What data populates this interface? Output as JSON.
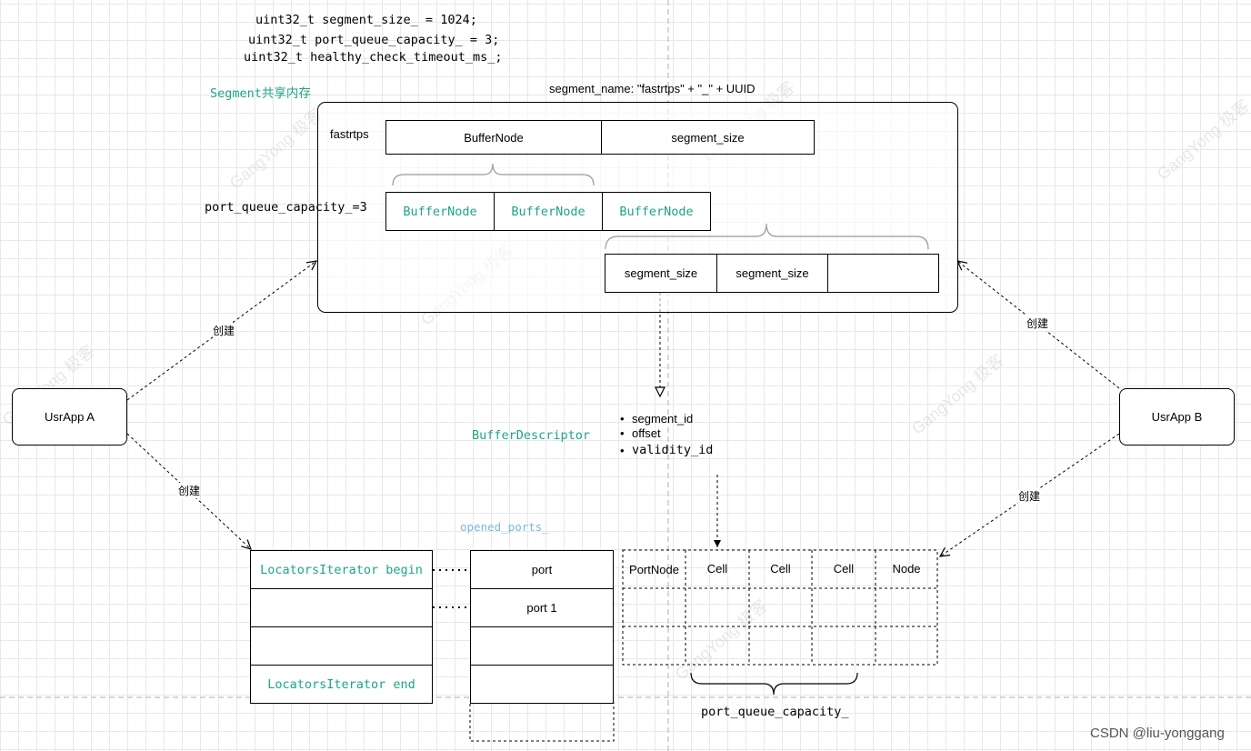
{
  "code_lines": [
    "uint32_t segment_size_ = 1024;",
    "uint32_t port_queue_capacity_ = 3;",
    "uint32_t healthy_check_timeout_ms_;"
  ],
  "segment": {
    "label": "Segment共享内存",
    "name_caption": "segment_name:  \"fastrtps\" + \"_\" + UUID",
    "fastrtps_label": "fastrtps",
    "header_row": [
      "BufferNode",
      "segment_size"
    ],
    "port_queue_label": "port_queue_capacity_=3",
    "buffer_nodes": [
      "BufferNode",
      "BufferNode",
      "BufferNode"
    ],
    "segment_cells": [
      "segment_size",
      "segment_size",
      ""
    ]
  },
  "apps": {
    "a": "UsrApp A",
    "b": "UsrApp B"
  },
  "edge_labels": {
    "create": "创建"
  },
  "buffer_descriptor": {
    "label": "BufferDescriptor",
    "fields": [
      "segment_id",
      "offset",
      "validity_id"
    ]
  },
  "opened_ports": {
    "label": "opened_ports_",
    "rows": [
      "port",
      "port 1",
      "",
      "",
      ""
    ]
  },
  "locators": {
    "rows": [
      "LocatorsIterator begin",
      "",
      "",
      "LocatorsIterator end"
    ]
  },
  "port_node_table": {
    "headers": [
      "PortNode",
      "Cell",
      "Cell",
      "Cell",
      "Node"
    ],
    "caption": "port_queue_capacity_"
  },
  "watermarks": [
    "GangYong 极客",
    "GangYong 极客",
    "GangYong 极客",
    "GangYong 极客",
    "GangYong 极客",
    "GangYong 极客",
    "GangYong 极客"
  ],
  "footer": "CSDN @liu-yonggang"
}
